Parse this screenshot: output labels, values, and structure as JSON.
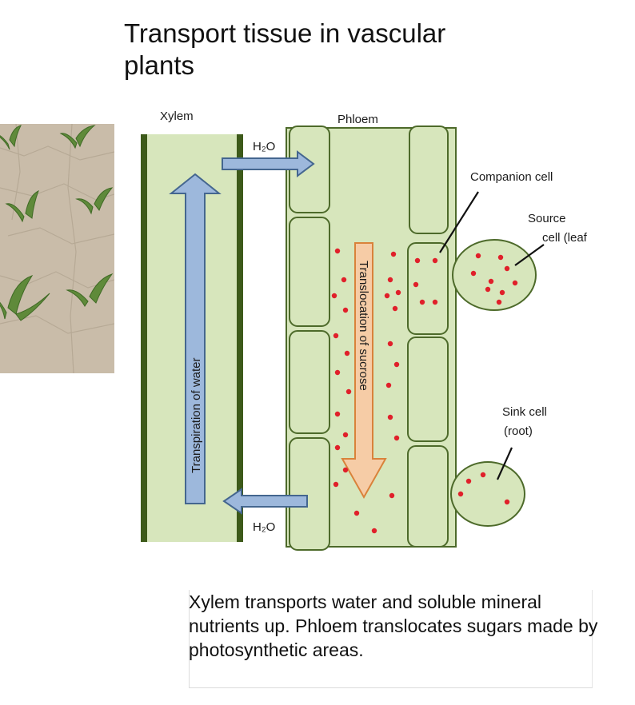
{
  "title": "Transport tissue in vascular plants",
  "caption": "Xylem transports water and soluble mineral nutrients up. Phloem translocates sugars made by photosynthetic areas.",
  "photo": {
    "subject": "young seedlings growing in dry soil"
  },
  "diagram": {
    "labels": {
      "xylem": "Xylem",
      "phloem": "Phloem",
      "h2o_top": "H₂O",
      "h2o_bottom": "H₂O",
      "transpiration": "Transpiration of water",
      "translocation": "Translocation of sucrose",
      "companion_cell": "Companion cell",
      "source_line1": "Source",
      "source_line2": "cell (leaf",
      "sink_line1": "Sink cell",
      "sink_line2": "(root)"
    },
    "colors": {
      "cell_fill": "#d7e6bc",
      "cell_stroke": "#4d6a2a",
      "xylem_wall": "#3d5a1a",
      "water_arrow": "#9db8dc",
      "water_arrow_stroke": "#44668f",
      "sucrose_arrow": "#f6cca6",
      "sucrose_arrow_stroke": "#d9823a",
      "sugar_dot": "#e0202a"
    }
  }
}
